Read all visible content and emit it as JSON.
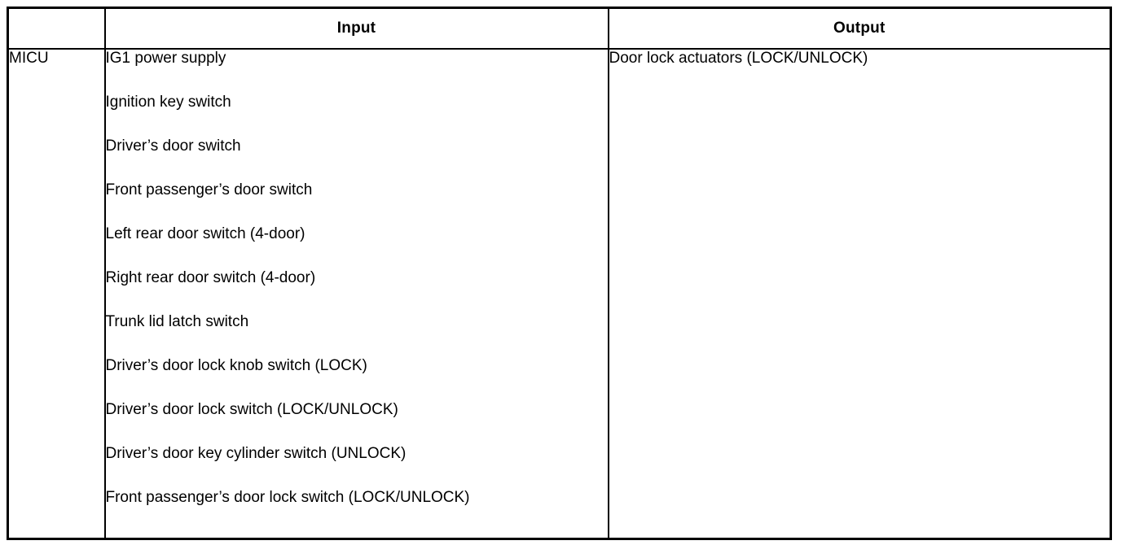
{
  "colors": {
    "border": "#000000",
    "text": "#000000",
    "background": "#ffffff"
  },
  "table": {
    "header": {
      "component": "",
      "input": "Input",
      "output": "Output"
    },
    "rows": [
      {
        "component": "MICU",
        "inputs": [
          "IG1 power supply",
          "Ignition key switch",
          "Driver’s door switch",
          "Front passenger’s door switch",
          "Left rear door switch (4-door)",
          "Right rear door switch (4-door)",
          "Trunk lid latch switch",
          "Driver’s door lock knob switch (LOCK)",
          "Driver’s door lock switch (LOCK/UNLOCK)",
          "Driver’s door key cylinder switch (UNLOCK)",
          "Front passenger’s door lock switch (LOCK/UNLOCK)"
        ],
        "outputs": [
          "Door lock actuators (LOCK/UNLOCK)"
        ]
      }
    ]
  }
}
